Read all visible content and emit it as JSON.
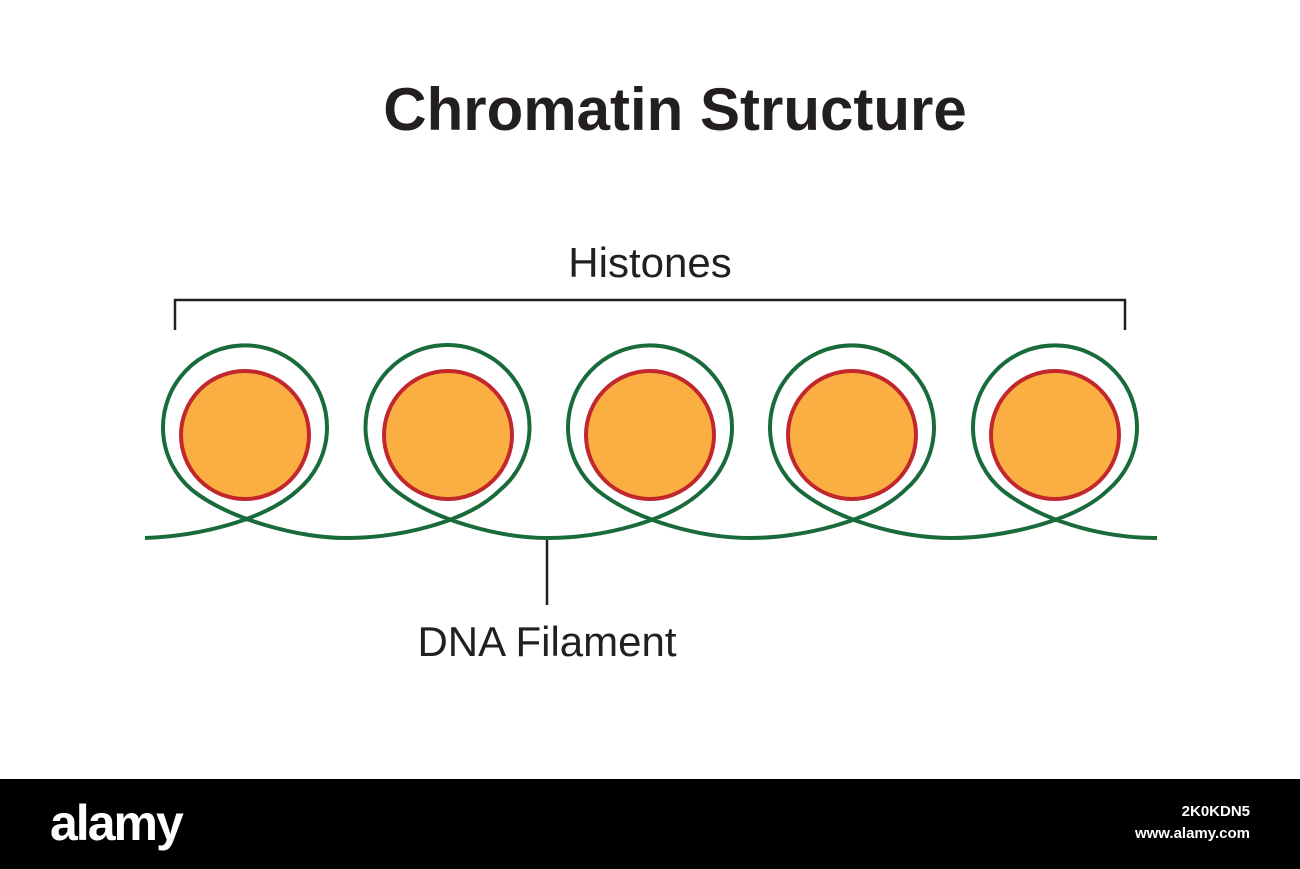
{
  "title": "Chromatin Structure",
  "labels": {
    "histones": "Histones",
    "dna_filament": "DNA Filament"
  },
  "histone_count": 5,
  "colors": {
    "histone_fill": "#fbae42",
    "histone_outline": "#c1272d",
    "dna_strand": "#1a6b3c",
    "label_line": "#231f20",
    "text": "#231f20",
    "footer_bg": "#000000"
  },
  "footer": {
    "brand": "alamy",
    "image_id": "2K0KDN5",
    "site": "www.alamy.com"
  }
}
